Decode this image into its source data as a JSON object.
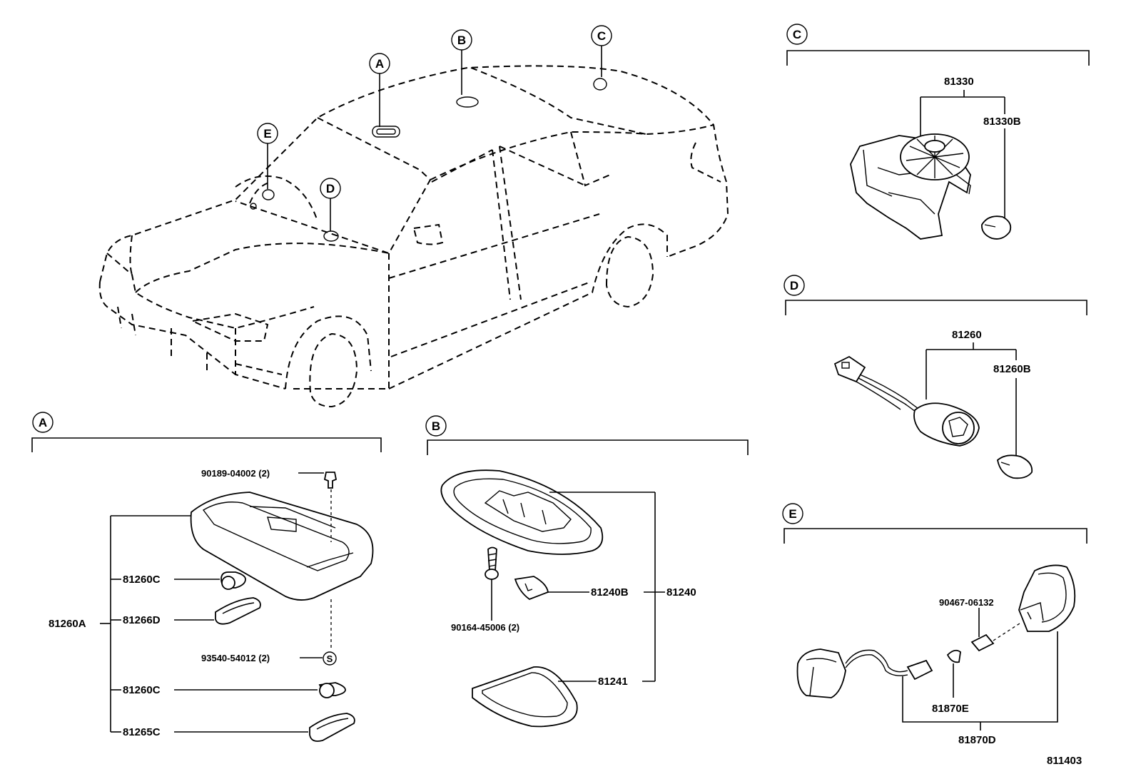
{
  "callouts": {
    "a": "A",
    "b": "B",
    "c": "C",
    "d": "D",
    "e": "E",
    "s": "S"
  },
  "section_a": {
    "p_90189": "90189-04002 (2)",
    "p_81260c_top": "81260C",
    "p_81266d": "81266D",
    "p_81260a": "81260A",
    "p_93540": "93540-54012 (2)",
    "p_81260c_bottom": "81260C",
    "p_81265c": "81265C"
  },
  "section_b": {
    "p_90164": "90164-45006 (2)",
    "p_81240b": "81240B",
    "p_81240": "81240",
    "p_81241": "81241"
  },
  "section_c": {
    "p_81330": "81330",
    "p_81330b": "81330B"
  },
  "section_d": {
    "p_81260": "81260",
    "p_81260b": "81260B"
  },
  "section_e": {
    "p_90467": "90467-06132",
    "p_81870e": "81870E",
    "p_81870d": "81870D"
  },
  "figure_number": "811403"
}
